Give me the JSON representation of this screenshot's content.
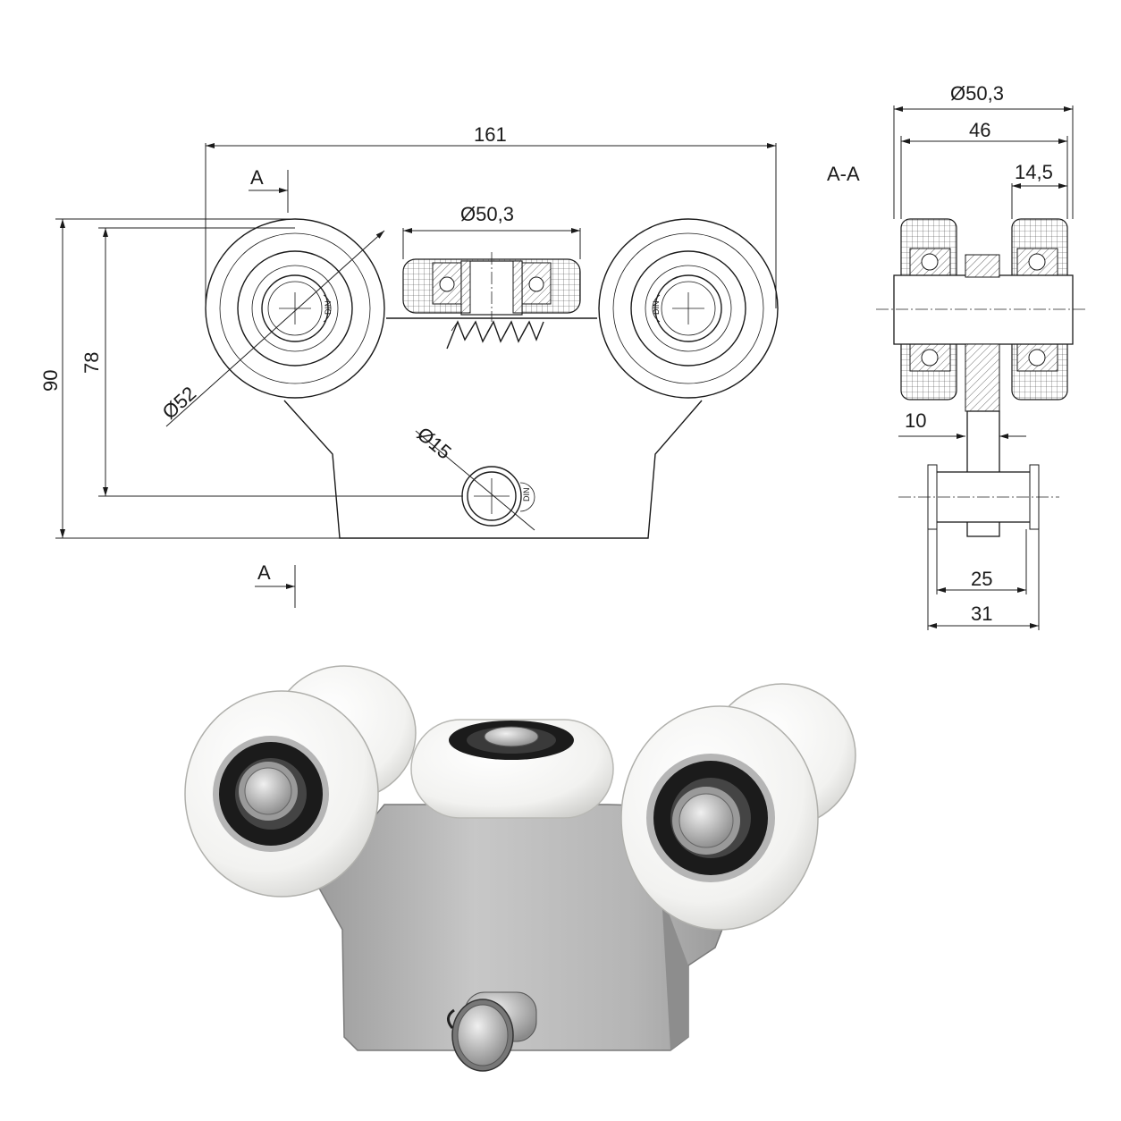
{
  "front_view": {
    "width_dim": "161",
    "height_outer_dim": "90",
    "height_inner_dim": "78",
    "wheel_diameter": "Ø52",
    "top_wheel_diameter": "Ø50,3",
    "pin_diameter": "Ø15",
    "section_marker_top": "A",
    "section_marker_bottom": "A",
    "clip_label_left": "DIN",
    "clip_label_right": "DIN",
    "clip_label_pin": "DIN"
  },
  "section_view": {
    "title": "A-A",
    "wheel_diameter": "Ø50,3",
    "wheel_span": "46",
    "wheel_width": "14,5",
    "plate_thickness": "10",
    "pin_inner": "25",
    "pin_outer": "31"
  },
  "colors": {
    "wheel_white": "#f4f4f2",
    "bearing_black": "#1b1b1b",
    "steel": "#b9b9b9"
  }
}
